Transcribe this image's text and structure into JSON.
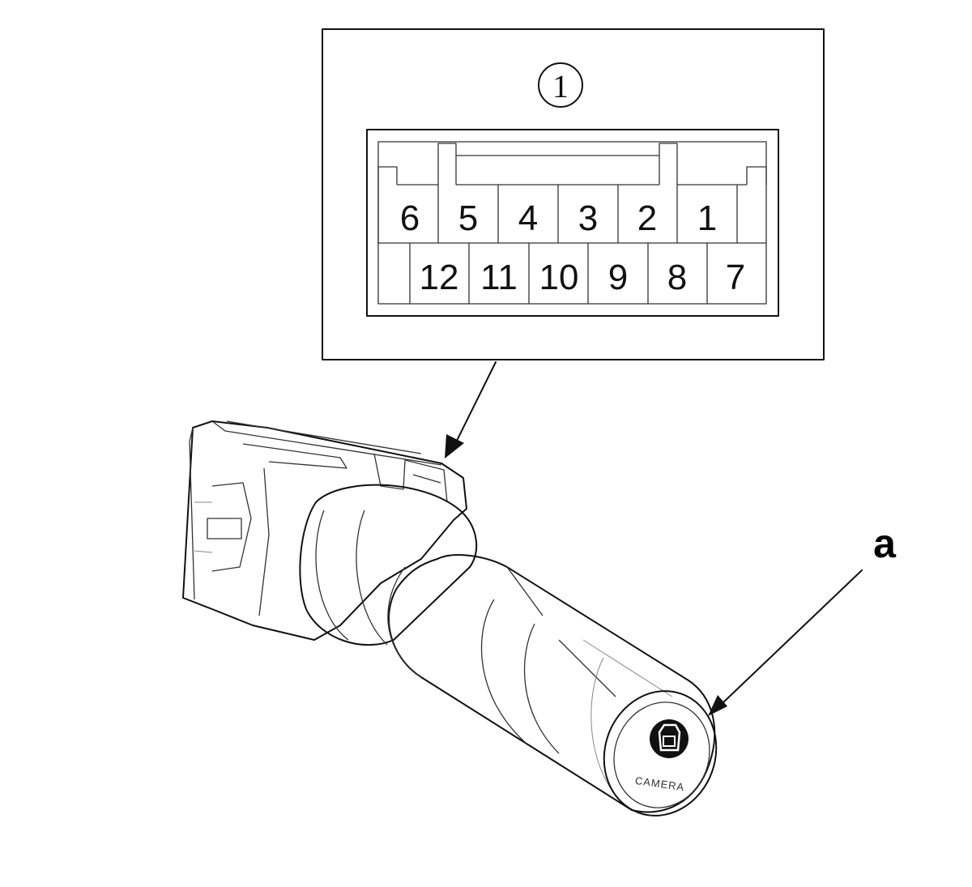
{
  "connector_view": {
    "label": "1",
    "top_row_pins": [
      "6",
      "5",
      "4",
      "3",
      "2",
      "1"
    ],
    "bottom_row_pins": [
      "12",
      "11",
      "10",
      "9",
      "8",
      "7"
    ]
  },
  "switch": {
    "button_text": "CAMERA",
    "button_icon": "camera-icon"
  },
  "callouts": {
    "a": "a"
  }
}
